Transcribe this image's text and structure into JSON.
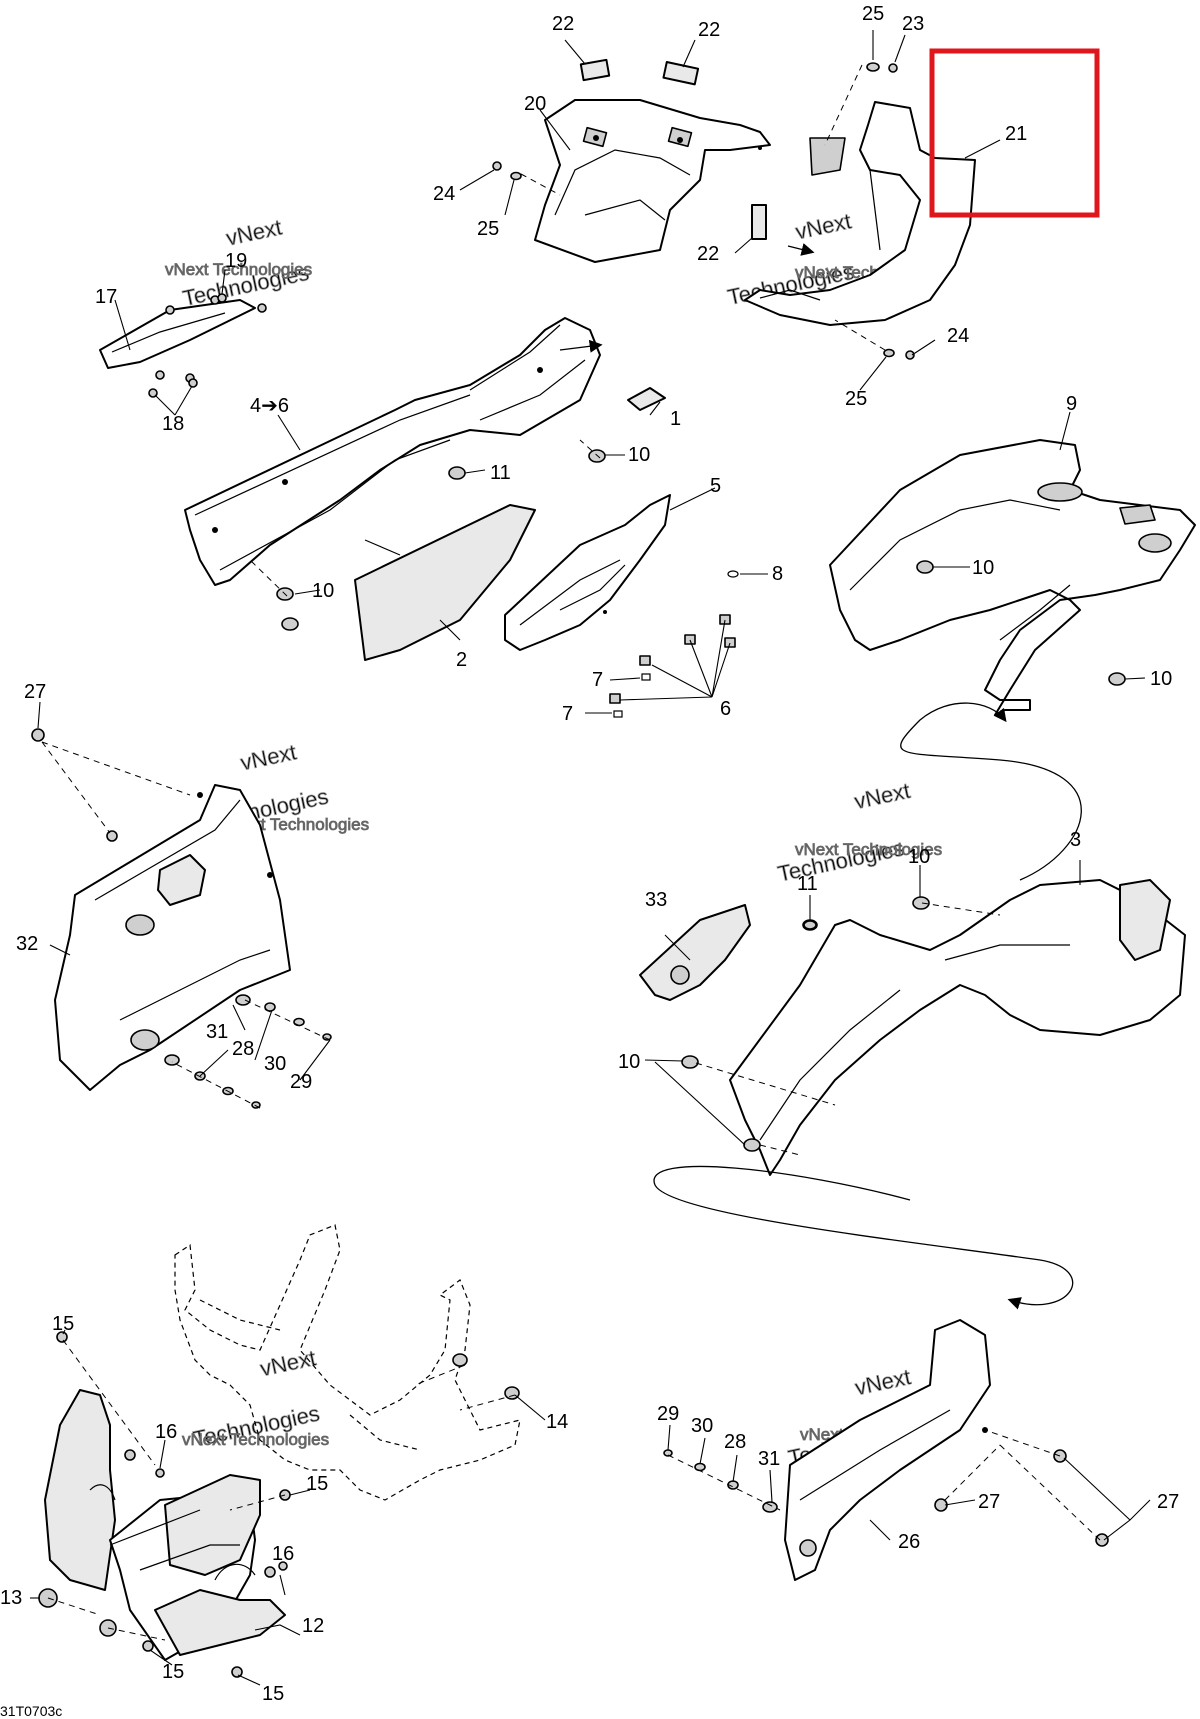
{
  "diagram": {
    "callouts": {
      "c1": "1",
      "c2": "2",
      "c3": "3",
      "c4_6": "4➔6",
      "c5": "5",
      "c6": "6",
      "c7": "7",
      "c8": "8",
      "c9": "9",
      "c10": "10",
      "c11": "11",
      "c12": "12",
      "c13": "13",
      "c14": "14",
      "c15": "15",
      "c16": "16",
      "c17": "17",
      "c18": "18",
      "c19": "19",
      "c20": "20",
      "c21": "21",
      "c22": "22",
      "c23": "23",
      "c24": "24",
      "c25": "25",
      "c26": "26",
      "c27": "27",
      "c28": "28",
      "c29": "29",
      "c30": "30",
      "c31": "31",
      "c32": "32",
      "c33": "33"
    },
    "watermark": {
      "line1": "vNext",
      "line2": "Technologies",
      "line3": "vNext Technologies"
    },
    "highlight_color": "#e0161d",
    "highlighted_callout": "21",
    "figure_code": "31T0703c"
  }
}
